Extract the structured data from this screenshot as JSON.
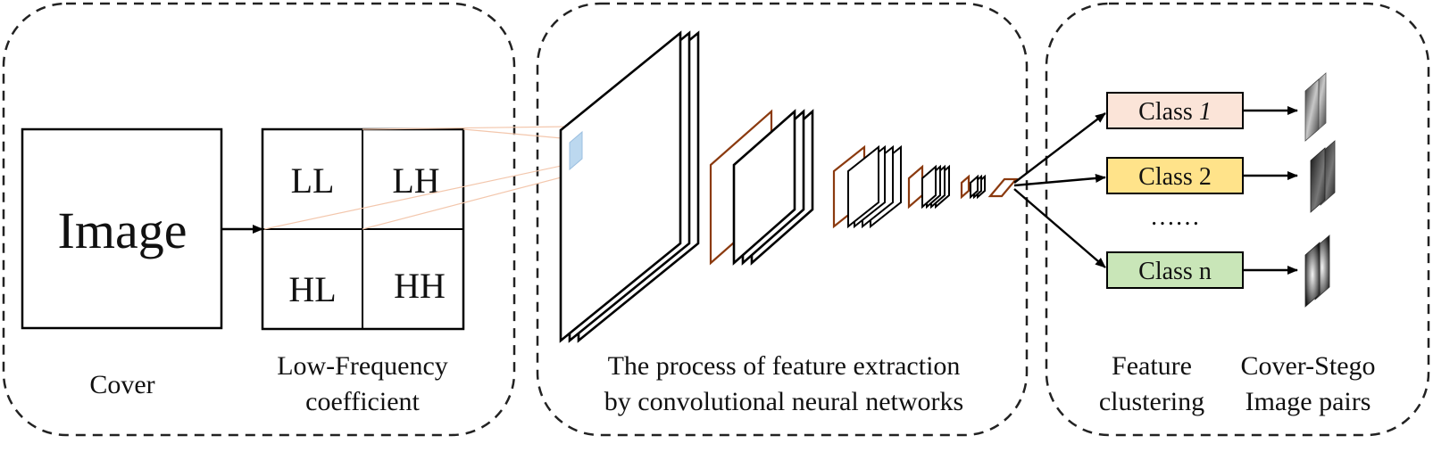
{
  "panels": {
    "left": {
      "image_label": "Image",
      "subbands": [
        "LL",
        "LH",
        "HL",
        "HH"
      ],
      "caption_cover": "Cover",
      "caption_lowfreq_line1": "Low-Frequency",
      "caption_lowfreq_line2": "coefficient"
    },
    "middle": {
      "caption_line1": "The process of feature extraction",
      "caption_line2": "by convolutional neural networks"
    },
    "right": {
      "classes": [
        {
          "label_text": "Class ",
          "label_suffix": "1",
          "fill": "#fbe4d8"
        },
        {
          "label_text": "Class 2",
          "label_suffix": "",
          "fill": "#ffe38a"
        },
        {
          "label_text": "Class n",
          "label_suffix": "",
          "fill": "#c9e6b8"
        }
      ],
      "ellipsis": "……",
      "caption_feature_line1": "Feature",
      "caption_feature_line2": "clustering",
      "caption_pairs_line1": "Cover-Stego",
      "caption_pairs_line2": "Image pairs"
    }
  },
  "colors": {
    "cnn_block_accent": "#8b3a0f",
    "kernel_highlight": "#bcd8ef",
    "projection_lines": "#f3c7ad"
  }
}
